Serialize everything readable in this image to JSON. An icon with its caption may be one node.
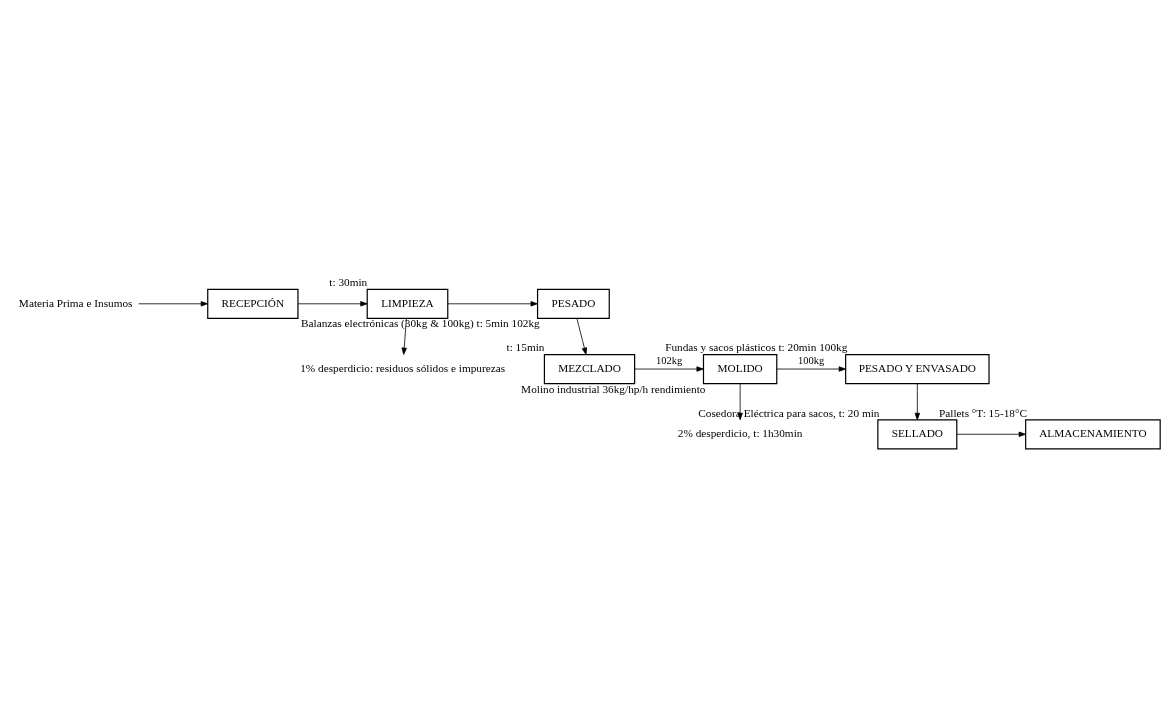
{
  "diagram": {
    "nodes": [
      {
        "text": [
          "Materia Prima e Insumos"
        ]
      },
      {
        "text": [
          "RECEPCIÓN"
        ]
      },
      {
        "text": [
          "LIMPIEZA"
        ],
        "beside": [
          "t: 30min"
        ]
      },
      {
        "text": [
          "1% desperdicio: residuos sólidos e impurezas"
        ]
      },
      {
        "text": [
          "PESADO"
        ],
        "beside": [
          "Balanzas electrónicas (30kg & 100kg) t: 5min 102kg"
        ]
      },
      {
        "text": [
          "MEZCLADO"
        ],
        "beside": [
          "t: 15min"
        ]
      },
      {
        "text": [
          "MOLIDO"
        ],
        "beside": [
          "Molino industrial 36kg/hp/h rendimiento"
        ]
      },
      {
        "text": [
          "2% desperdicio, t: 1h30min"
        ]
      },
      {
        "text": [
          "PESADO Y ENVASADO"
        ],
        "beside": [
          "Fundas y sacos plásticos t: 20min 100kg"
        ]
      },
      {
        "text": [
          "SELLADO"
        ],
        "beside": [
          "Cosedora Eléctrica para sacos, t: 20 min"
        ]
      },
      {
        "text": [
          "ALMACENAMIENTO"
        ],
        "beside": [
          "Pallets °T: 15-18°C"
        ]
      }
    ],
    "edges": [
      {
        "from": 0,
        "to": 1,
        "arrow": "to"
      },
      {
        "from": 1,
        "to": 2,
        "arrow": "to"
      },
      {
        "from": 2,
        "to": 4,
        "arrow": "to"
      },
      {
        "from": 2,
        "to": 3,
        "arrow": "to"
      },
      {
        "from": 4,
        "to": 5,
        "arrow": "to"
      },
      {
        "from": 5,
        "to": 6,
        "label": "102kg",
        "arrow": "to"
      },
      {
        "from": 6,
        "to": 8,
        "label": "100kg",
        "arrow": "to"
      },
      {
        "from": 6,
        "to": 7,
        "arrow": "to"
      },
      {
        "from": 8,
        "to": 9,
        "arrow": "to"
      },
      {
        "from": 9,
        "to": 10,
        "arrow": "to"
      }
    ]
  }
}
